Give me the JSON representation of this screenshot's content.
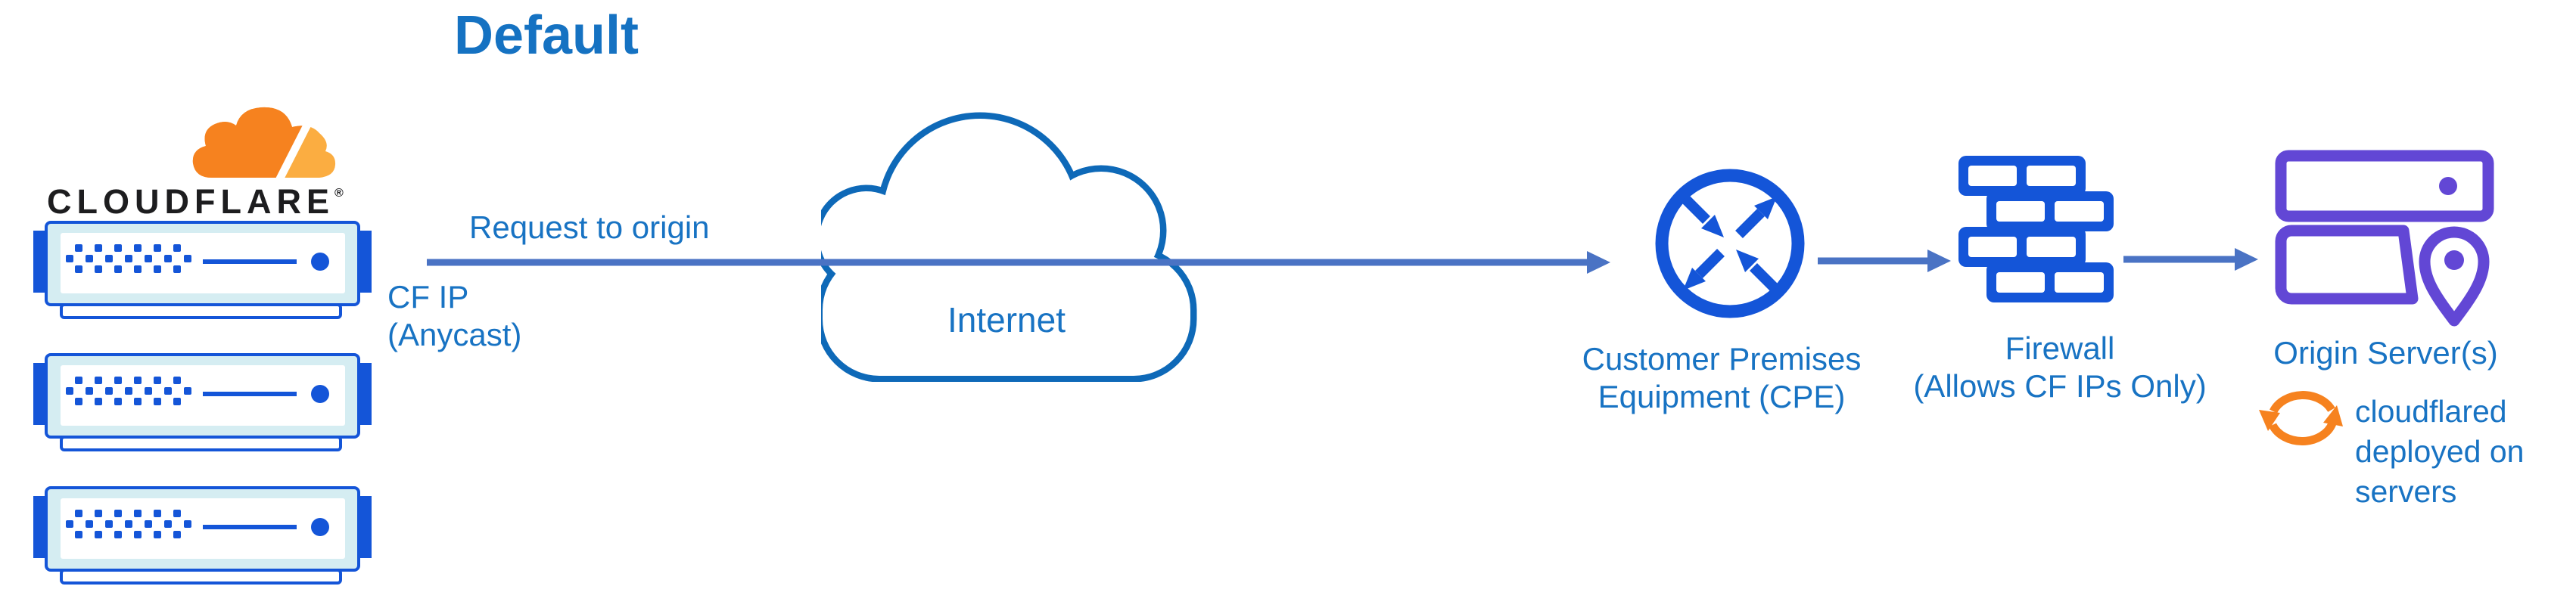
{
  "title": "Default",
  "logo": {
    "wordmark": "CLOUDFLARE",
    "trademark": "®"
  },
  "flow": {
    "request_label": "Request to origin",
    "cf_ip_label": "CF IP\n(Anycast)",
    "internet_label": "Internet",
    "cpe_label": "Customer Premises\nEquipment (CPE)",
    "firewall_label": "Firewall\n(Allows CF IPs Only)",
    "origin_label": "Origin Server(s)",
    "cloudflared_label": "cloudflared\ndeployed on\nservers"
  },
  "colors": {
    "title-blue": "#1572c2",
    "label-blue": "#1873c3",
    "icon-blue": "#1455d8",
    "cloud-blue": "#0e69b8",
    "connector": "#4a73c4",
    "pale": "#d5edf2",
    "purple": "#6247d5",
    "orange": "#f6821f",
    "orange-light": "#fbad41",
    "ink": "#1d1d1f"
  }
}
